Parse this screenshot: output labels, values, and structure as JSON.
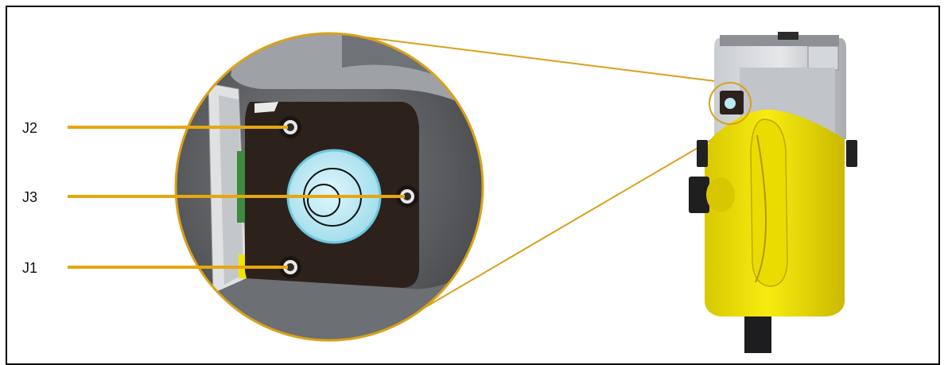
{
  "labels": {
    "j2": "J2",
    "j3": "J3",
    "j1": "J1"
  },
  "colors": {
    "callout_line": "#E5A712",
    "magnifier_ring": "#D9A11A",
    "instrument_yellow": "#F2E600",
    "bubble": "#B9EAF5",
    "plate": "#2C211B"
  },
  "icons": {
    "magnifier": "zoom-circle",
    "screws": "adjustment-screw"
  }
}
